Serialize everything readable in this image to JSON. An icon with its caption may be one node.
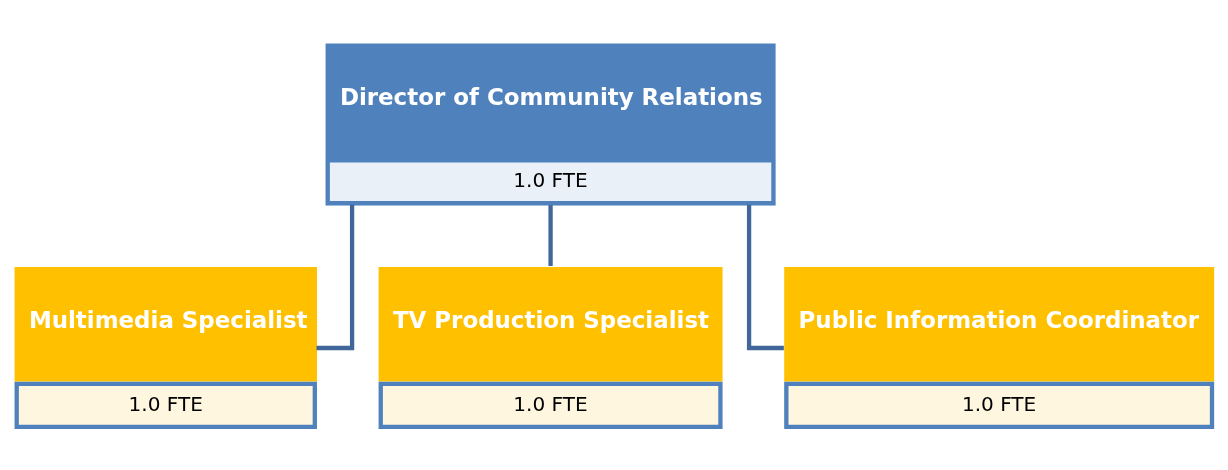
{
  "diagram": {
    "nodes": [
      {
        "text": [
          "Director of Community Relations",
          "1.0 FTE"
        ]
      },
      {
        "text": [
          "Multimedia Specialist",
          "1.0 FTE"
        ]
      },
      {
        "text": [
          "TV Production Specialist",
          "1.0 FTE"
        ]
      },
      {
        "text": [
          "Public Information Coordinator",
          "1.0 FTE"
        ]
      }
    ],
    "edges": [
      {
        "from": 0,
        "to": 1,
        "arrow": "none"
      },
      {
        "from": 0,
        "to": 2,
        "arrow": "none"
      },
      {
        "from": 0,
        "to": 3,
        "arrow": "none"
      }
    ]
  }
}
